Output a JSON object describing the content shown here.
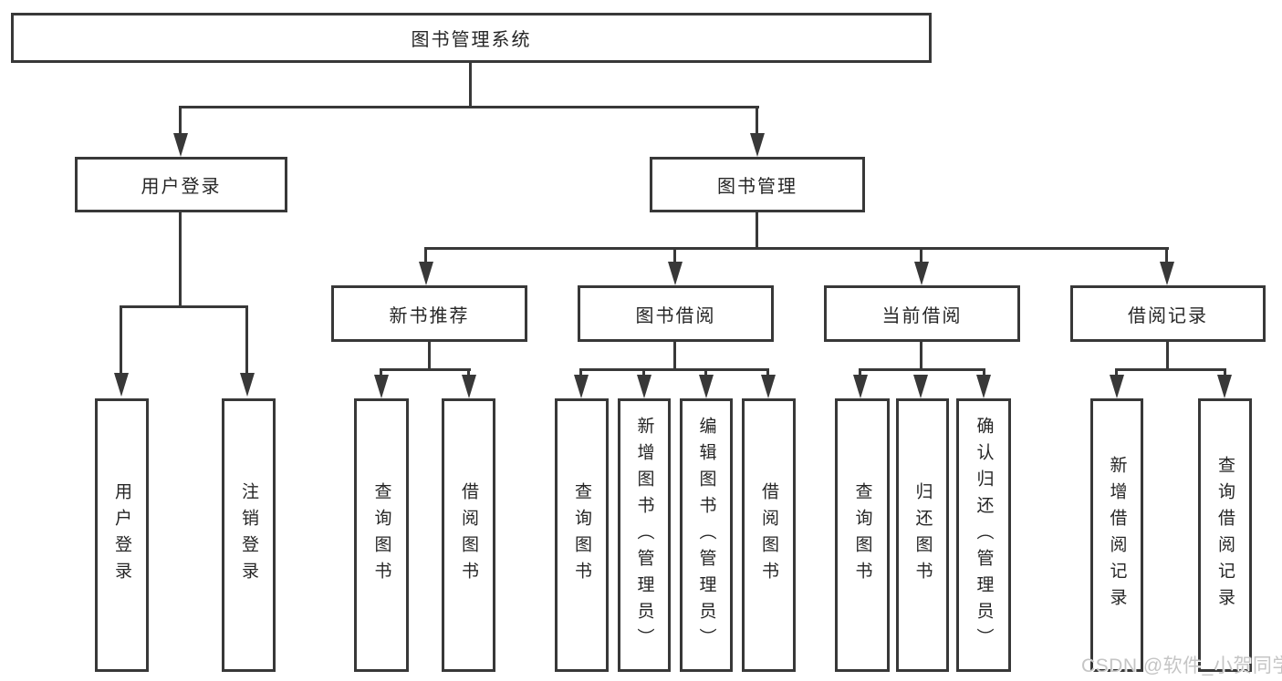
{
  "diagram": {
    "title_node": {
      "label": "图书管理系统"
    },
    "level2": [
      {
        "label": "用户登录"
      },
      {
        "label": "图书管理"
      }
    ],
    "level3": [
      {
        "label": "新书推荐"
      },
      {
        "label": "图书借阅"
      },
      {
        "label": "当前借阅"
      },
      {
        "label": "借阅记录"
      }
    ],
    "leaves": {
      "user_login": [
        {
          "label": "用户登录"
        },
        {
          "label": "注销登录"
        }
      ],
      "new_books": [
        {
          "label": "查询图书"
        },
        {
          "label": "借阅图书"
        }
      ],
      "book_borrow": [
        {
          "label": "查询图书"
        },
        {
          "label": "新增图书（管理员）"
        },
        {
          "label": "编辑图书（管理员）"
        },
        {
          "label": "借阅图书"
        }
      ],
      "current_borrow": [
        {
          "label": "查询图书"
        },
        {
          "label": "归还图书"
        },
        {
          "label": "确认归还（管理员）"
        }
      ],
      "borrow_records": [
        {
          "label": "新增借阅记录"
        },
        {
          "label": "查询借阅记录"
        }
      ]
    },
    "watermark": "CSDN @软件_小贺同学",
    "colors": {
      "line": "#383838",
      "text": "#262626",
      "background": "#ffffff",
      "watermark": "#c5c5c5"
    }
  }
}
